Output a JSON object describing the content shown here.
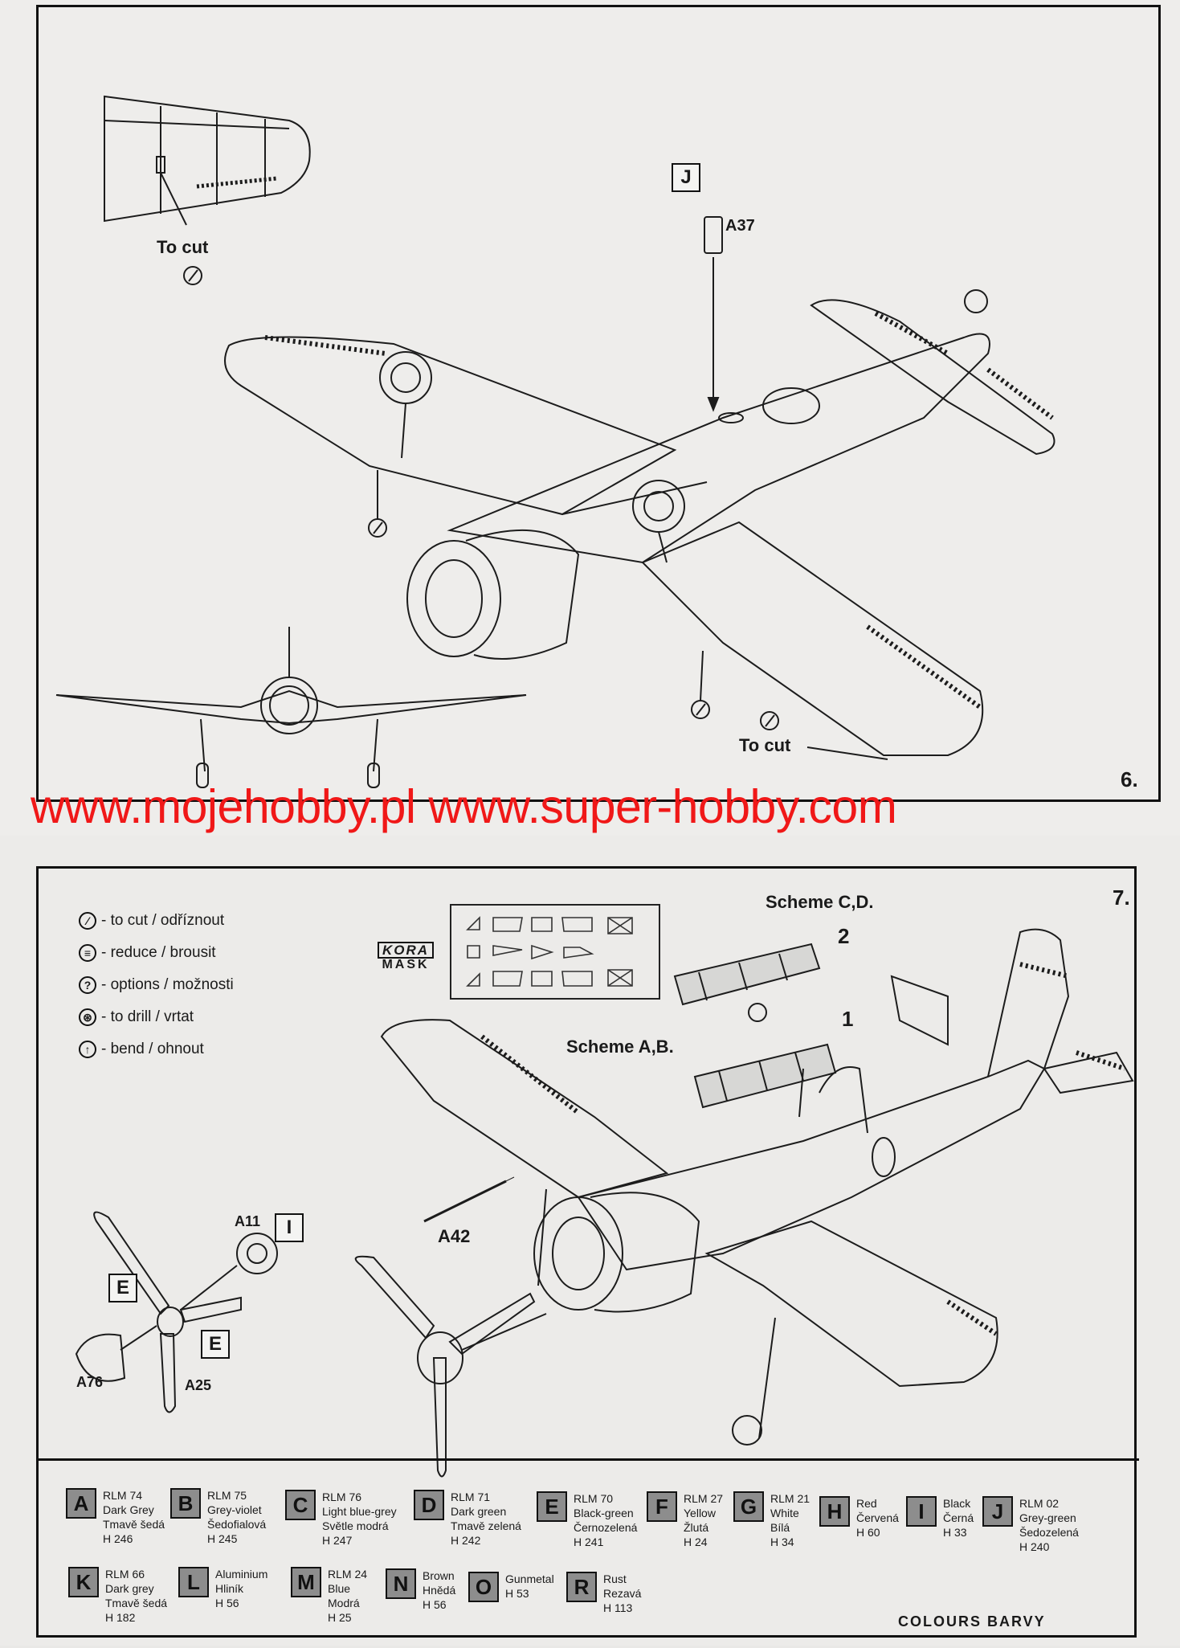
{
  "watermark": "www.mojehobby.pl www.super-hobby.com",
  "step6": {
    "number": "6.",
    "to_cut_top": "To cut",
    "to_cut_bottom": "To cut",
    "part_a37": "A37",
    "box_j": "J"
  },
  "step7": {
    "number": "7.",
    "legend": [
      {
        "icon": "cut-symbol-icon",
        "text": "- to cut / odříznout"
      },
      {
        "icon": "reduce-symbol-icon",
        "text": "- reduce / brousit"
      },
      {
        "icon": "options-symbol-icon",
        "text": "- options / možnosti"
      },
      {
        "icon": "drill-symbol-icon",
        "text": "- to drill / vrtat"
      },
      {
        "icon": "bend-symbol-icon",
        "text": "- bend / ohnout"
      }
    ],
    "kora_top": "KORA",
    "kora_bottom": "MASK",
    "scheme_cd": "Scheme C,D.",
    "scheme_ab": "Scheme A,B.",
    "canopy_2": "2",
    "canopy_1": "1",
    "part_a11": "A11",
    "box_i": "I",
    "box_e1": "E",
    "box_e2": "E",
    "part_a76": "A76",
    "part_a25": "A25",
    "part_a42": "A42"
  },
  "colours": {
    "title": "COLOURS BARVY",
    "swatches": [
      {
        "code": "A",
        "text": "RLM 74\nDark Grey\nTmavě šedá\nH 246"
      },
      {
        "code": "B",
        "text": "RLM 75\nGrey-violet\nŠedofialová\nH 245"
      },
      {
        "code": "C",
        "text": "RLM 76\nLight blue-grey\nSvětle modrá\nH 247"
      },
      {
        "code": "D",
        "text": "RLM 71\nDark green\nTmavě zelená\nH 242"
      },
      {
        "code": "E",
        "text": "RLM 70\nBlack-green\nČernozelená\nH 241"
      },
      {
        "code": "F",
        "text": "RLM 27\nYellow\nŽlutá\nH 24"
      },
      {
        "code": "G",
        "text": "RLM 21\nWhite\nBílá\nH 34"
      },
      {
        "code": "H",
        "text": "Red\nČervená\nH 60"
      },
      {
        "code": "I",
        "text": "Black\nČerná\nH 33"
      },
      {
        "code": "J",
        "text": "RLM 02\nGrey-green\nŠedozelená\nH 240"
      },
      {
        "code": "K",
        "text": "RLM 66\nDark grey\nTmavě šedá\nH 182"
      },
      {
        "code": "L",
        "text": "Aluminium\nHliník\nH 56"
      },
      {
        "code": "M",
        "text": "RLM 24\nBlue\nModrá\nH 25"
      },
      {
        "code": "N",
        "text": "Brown\nHnědá\nH 56"
      },
      {
        "code": "O",
        "text": "Gunmetal\nH 53"
      },
      {
        "code": "R",
        "text": "Rust\nRezavá\nH 113"
      }
    ]
  },
  "accent": "#f01818"
}
